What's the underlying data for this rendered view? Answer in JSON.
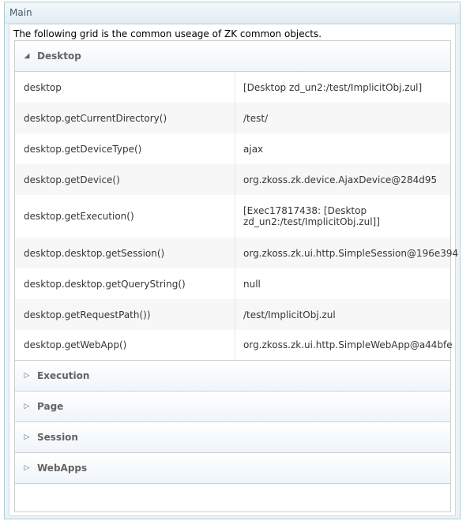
{
  "window": {
    "title": "Main"
  },
  "intro": "The following grid is the common useage of ZK common objects.",
  "groups": {
    "desktop": {
      "label": "Desktop",
      "rows": [
        {
          "name": "desktop",
          "value": "[Desktop zd_un2:/test/ImplicitObj.zul]"
        },
        {
          "name": "desktop.getCurrentDirectory()",
          "value": "/test/"
        },
        {
          "name": "desktop.getDeviceType()",
          "value": "ajax"
        },
        {
          "name": "desktop.getDevice()",
          "value": "org.zkoss.zk.device.AjaxDevice@284d95"
        },
        {
          "name": "desktop.getExecution()",
          "value_line1": "[Exec17817438: [Desktop",
          "value_line2": "zd_un2:/test/ImplicitObj.zul]]"
        },
        {
          "name": "desktop.desktop.getSession()",
          "value": "org.zkoss.zk.ui.http.SimpleSession@196e394"
        },
        {
          "name": "desktop.desktop.getQueryString()",
          "value": "null"
        },
        {
          "name": "desktop.getRequestPath())",
          "value": "/test/ImplicitObj.zul"
        },
        {
          "name": "desktop.getWebApp()",
          "value": "org.zkoss.zk.ui.http.SimpleWebApp@a44bfe"
        }
      ]
    },
    "execution": {
      "label": "Execution"
    },
    "page": {
      "label": "Page"
    },
    "session": {
      "label": "Session"
    },
    "webapps": {
      "label": "WebApps"
    }
  },
  "icons": {
    "expanded": "triangle-down-icon",
    "collapsed": "triangle-right-icon"
  }
}
